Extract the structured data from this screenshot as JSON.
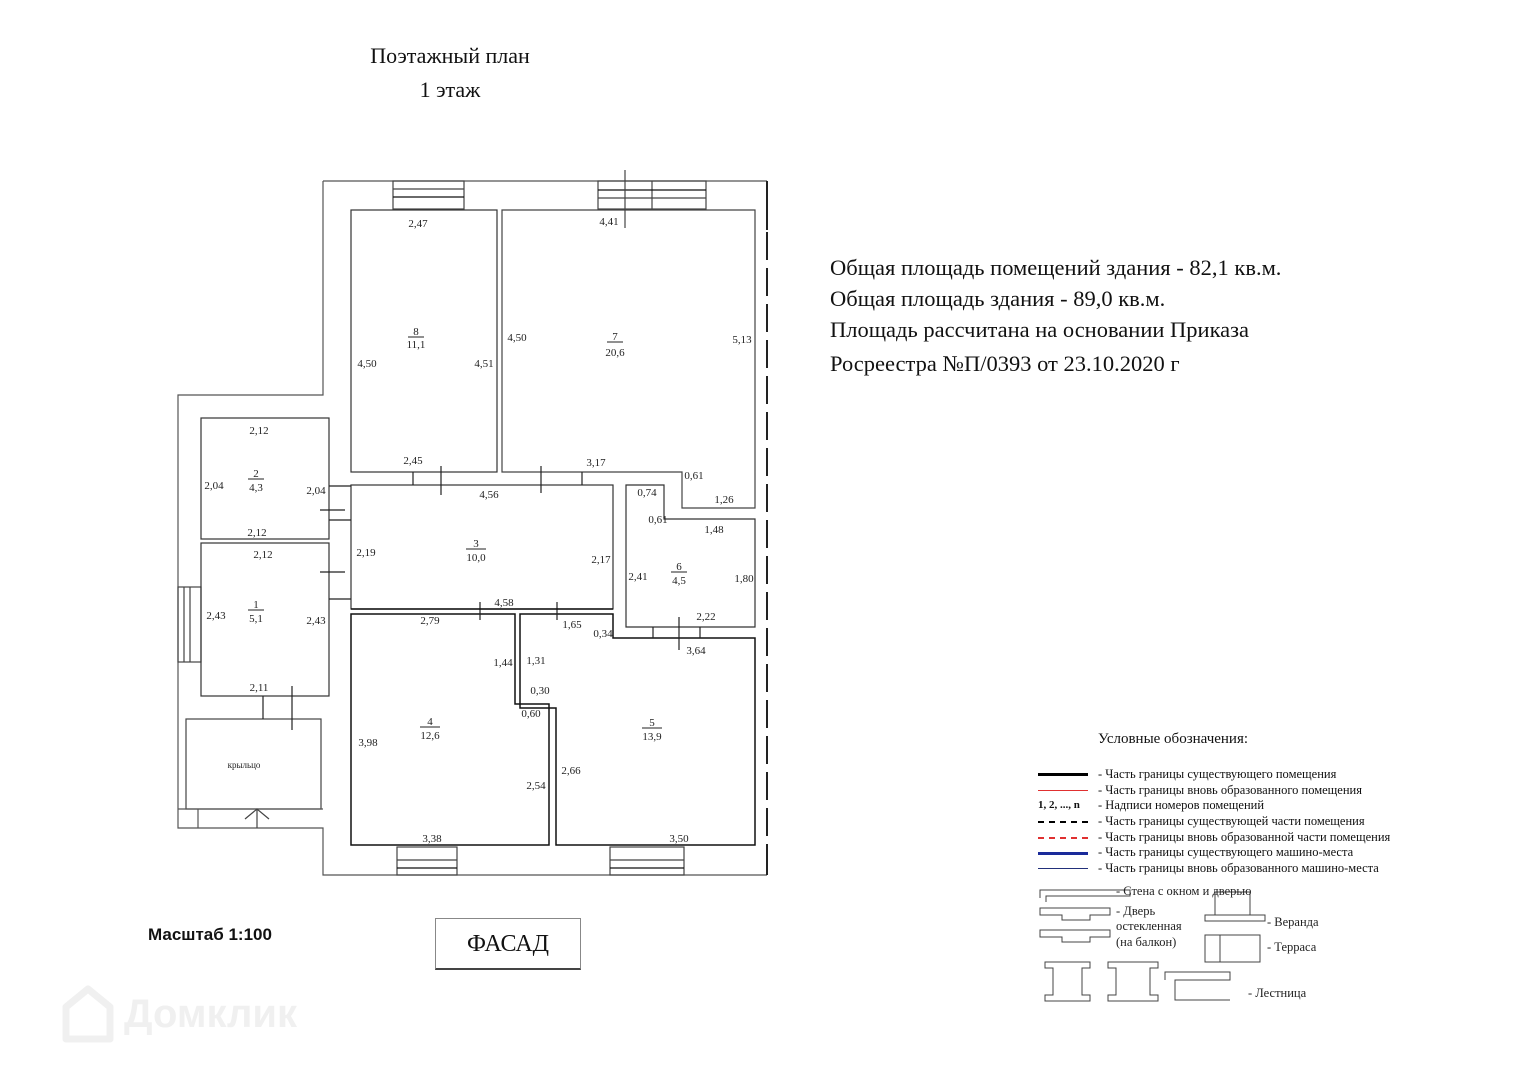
{
  "header": {
    "title_line1": "Поэтажный план",
    "title_line2": "1 этаж"
  },
  "info": {
    "line1": "Общая площадь помещений здания - 82,1 кв.м.",
    "line2": "Общая площадь здания - 89,0 кв.м.",
    "line3": "Площадь рассчитана на основании Приказа",
    "line4": "Росреестра №П/0393 от 23.10.2020 г"
  },
  "scale_label": "Масштаб 1:100",
  "facade_label": "ФАСАД",
  "watermark": {
    "icon": "house-icon",
    "text": "Домклик"
  },
  "rooms": [
    {
      "number": "1",
      "area": "5,1"
    },
    {
      "number": "2",
      "area": "4,3"
    },
    {
      "number": "3",
      "area": "10,0"
    },
    {
      "number": "4",
      "area": "12,6"
    },
    {
      "number": "5",
      "area": "13,9"
    },
    {
      "number": "6",
      "area": "4,5"
    },
    {
      "number": "7",
      "area": "20,6"
    },
    {
      "number": "8",
      "area": "11,1"
    }
  ],
  "porch_label": "крыльцо",
  "dimensions": {
    "r8_top": "2,47",
    "r8_left": "4,50",
    "r8_right": "4,51",
    "r8_bottom": "2,45",
    "r7_top": "4,41",
    "r7_left": "4,50",
    "r7_right": "5,13",
    "r7_bottom": "3,17",
    "r7_step_v": "0,61",
    "r7_step_h": "1,26",
    "r2_top": "2,12",
    "r2_left": "2,04",
    "r2_right": "2,04",
    "r2_bottom": "2,12",
    "r1_top": "2,12",
    "r1_left": "2,43",
    "r1_right": "2,43",
    "r1_bottom": "2,11",
    "r3_top": "4,56",
    "r3_left": "2,19",
    "r3_right": "2,17",
    "r3_bottom": "4,58",
    "r6_top": "0,74",
    "r6_step_v": "0,61",
    "r6_step_h": "1,48",
    "r6_left": "2,41",
    "r6_right": "1,80",
    "r6_bottom": "2,22",
    "r4_top": "2,79",
    "r4_right_upper": "1,44",
    "r4_step": "0,60",
    "r4_left": "3,98",
    "r4_right_lower": "2,54",
    "r4_bottom": "3,38",
    "r5_top": "1,65",
    "r5_corner": "0,34",
    "r5_top_right": "3,64",
    "r5_left_upper": "1,31",
    "r5_step": "0,30",
    "r5_left_lower": "2,66",
    "r5_bottom": "3,50"
  },
  "legend": {
    "title": "Условные обозначения:",
    "items": [
      {
        "sample": "line-solid-black",
        "label": "- Часть границы существующего помещения"
      },
      {
        "sample": "line-solid-red",
        "label": "- Часть границы вновь образованного помещения"
      },
      {
        "sample": "1, 2, ..., n",
        "label": "- Надписи номеров помещений"
      },
      {
        "sample": "line-dashed-black",
        "label": "- Часть границы существующей части помещения"
      },
      {
        "sample": "line-dashed-red",
        "label": "- Часть границы вновь образованной части помещения"
      },
      {
        "sample": "line-solid-blue-thick",
        "label": "- Часть границы существующего машино-места"
      },
      {
        "sample": "line-solid-blue",
        "label": "- Часть границы вновь образованного машино-места"
      }
    ],
    "symbols": {
      "wall_window_door": "- Стена с окном и дверью",
      "glazed_door_1": "- Дверь",
      "glazed_door_2": "остекленная",
      "glazed_door_3": "(на балкон)",
      "veranda": "- Веранда",
      "terrace": "- Терраса",
      "stairs": "- Лестница"
    },
    "colors": {
      "black": "#000000",
      "red": "#e03030",
      "blue": "#1a2a9a",
      "navy": "#22307a"
    }
  }
}
